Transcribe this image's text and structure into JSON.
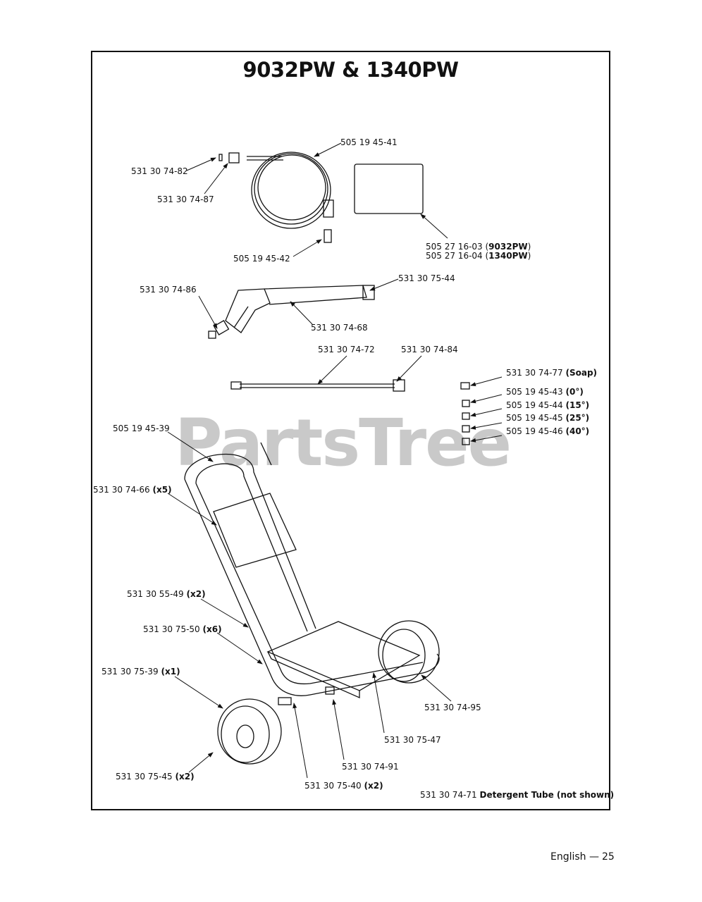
{
  "title": "9032PW & 1340PW",
  "watermark": "PartsTree",
  "parts": {
    "p1": "531 30 74-82",
    "p2": "531 30 74-87",
    "p3": "505 19 45-41",
    "p4": "505 19 45-42",
    "p5a": "505 27 16-03 (",
    "p5a_b": "9032PW",
    "p5b": "505 27 16-04 (",
    "p5b_b": "1340PW",
    "p6": "531 30 74-86",
    "p7": "531 30 75-44",
    "p8": "531 30 74-68",
    "p9": "531 30 74-72",
    "p10": "531 30 74-84",
    "n1": "531 30 74-77",
    "n1_q": "(Soap)",
    "n2": "505 19 45-43",
    "n2_q": "(0°)",
    "n3": "505 19 45-44",
    "n3_q": "(15°)",
    "n4": "505 19 45-45",
    "n4_q": "(25°)",
    "n5": "505 19 45-46",
    "n5_q": "(40°)",
    "p11": "505 19 45-39",
    "p12": "531 30 74-66",
    "p12_q": "(x5)",
    "p13": "531 30 55-49",
    "p13_q": "(x2)",
    "p14": "531 30 75-50",
    "p14_q": "(x6)",
    "p15": "531 30 75-39",
    "p15_q": "(x1)",
    "p16": "531 30 74-95",
    "p17": "531 30 75-47",
    "p18": "531 30 74-91",
    "p19": "531 30 75-45",
    "p19_q": "(x2)",
    "p20": "531 30 75-40",
    "p20_q": "(x2)",
    "p21": "531 30 74-71",
    "p21_d": "Detergent Tube (not shown)"
  },
  "footer": {
    "lang": "English —",
    "page": "25"
  }
}
